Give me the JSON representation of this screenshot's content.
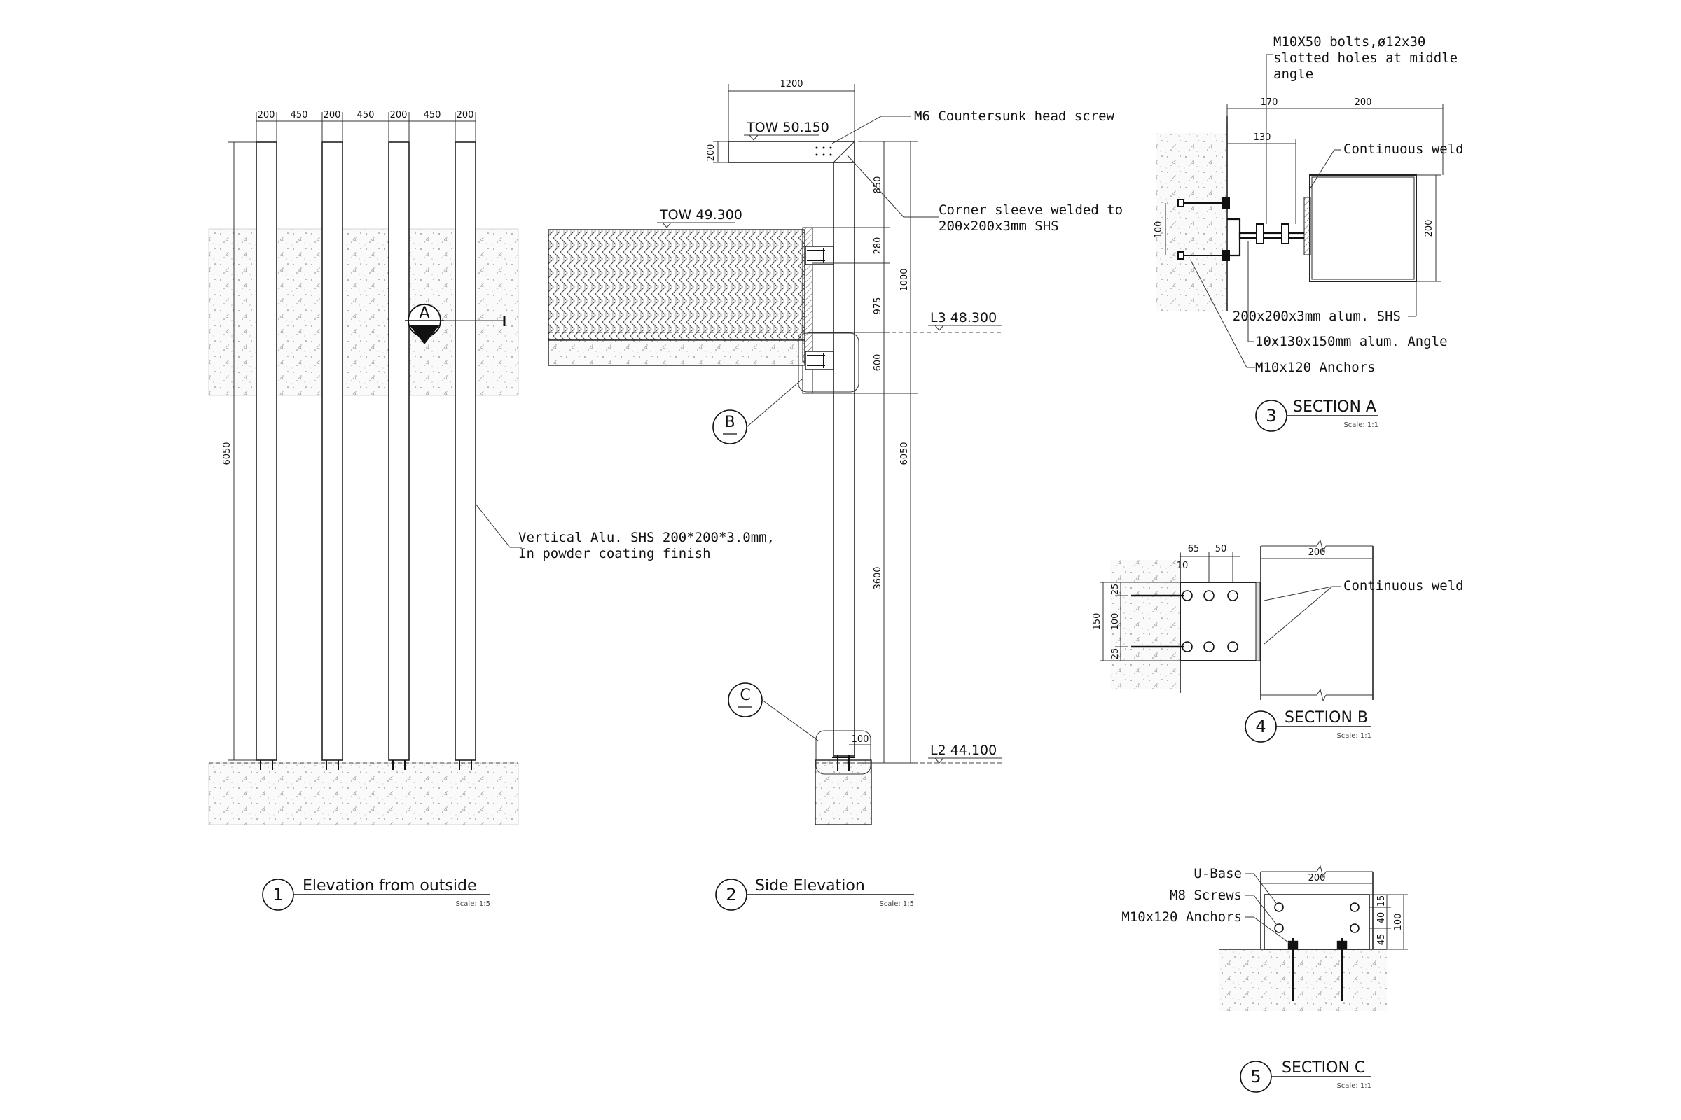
{
  "views": {
    "v1": {
      "num": "1",
      "title": "Elevation from outside",
      "scale": "Scale:  1:5"
    },
    "v2": {
      "num": "2",
      "title": "Side Elevation",
      "scale": "Scale:  1:5"
    },
    "v3": {
      "num": "3",
      "title": "SECTION A",
      "scale": "Scale:  1:1"
    },
    "v4": {
      "num": "4",
      "title": "SECTION B",
      "scale": "Scale:  1:1"
    },
    "v5": {
      "num": "5",
      "title": "SECTION C",
      "scale": "Scale:  1:1"
    }
  },
  "elevation_outside": {
    "top_dims": [
      "200",
      "450",
      "200",
      "450",
      "200",
      "450",
      "200"
    ],
    "height_dim": "6050",
    "marker_a": "A",
    "note_line1": "Vertical Alu. SHS 200*200*3.0mm,",
    "note_line2": "In powder coating finish"
  },
  "side_elevation": {
    "dim_1200": "1200",
    "dim_200": "200",
    "tow_top": "TOW 50.150",
    "tow_wall": "TOW 49.300",
    "note_m6": "M6  Countersunk head screw",
    "note_sleeve1": "Corner sleeve welded to",
    "note_sleeve2": "200x200x3mm SHS",
    "dims_right": [
      "850",
      "280",
      "1000",
      "975",
      "600",
      "6050",
      "3600",
      "100"
    ],
    "level_l3": "L3  48.300",
    "level_l2": "L2  44.100",
    "marker_b": "B",
    "marker_c": "C"
  },
  "section_a": {
    "note_bolts1": "M10X50 bolts,ø12x30",
    "note_bolts2": "slotted holes at middle",
    "note_bolts3": "angle",
    "dims": [
      "170",
      "200",
      "130",
      "100",
      "200"
    ],
    "note_weld": "Continuous weld",
    "note_shs": "200x200x3mm alum. SHS",
    "note_angle": "10x130x150mm alum. Angle",
    "note_anchors": "M10x120 Anchors"
  },
  "section_b": {
    "dims": [
      "65",
      "50",
      "10",
      "200",
      "25",
      "100",
      "25",
      "150"
    ],
    "note_weld": "Continuous weld"
  },
  "section_c": {
    "dim_200": "200",
    "dims_right": [
      "15",
      "40",
      "45",
      "100"
    ],
    "note_ubase": "U-Base",
    "note_screws": "M8 Screws",
    "note_anchors": "M10x120 Anchors"
  }
}
